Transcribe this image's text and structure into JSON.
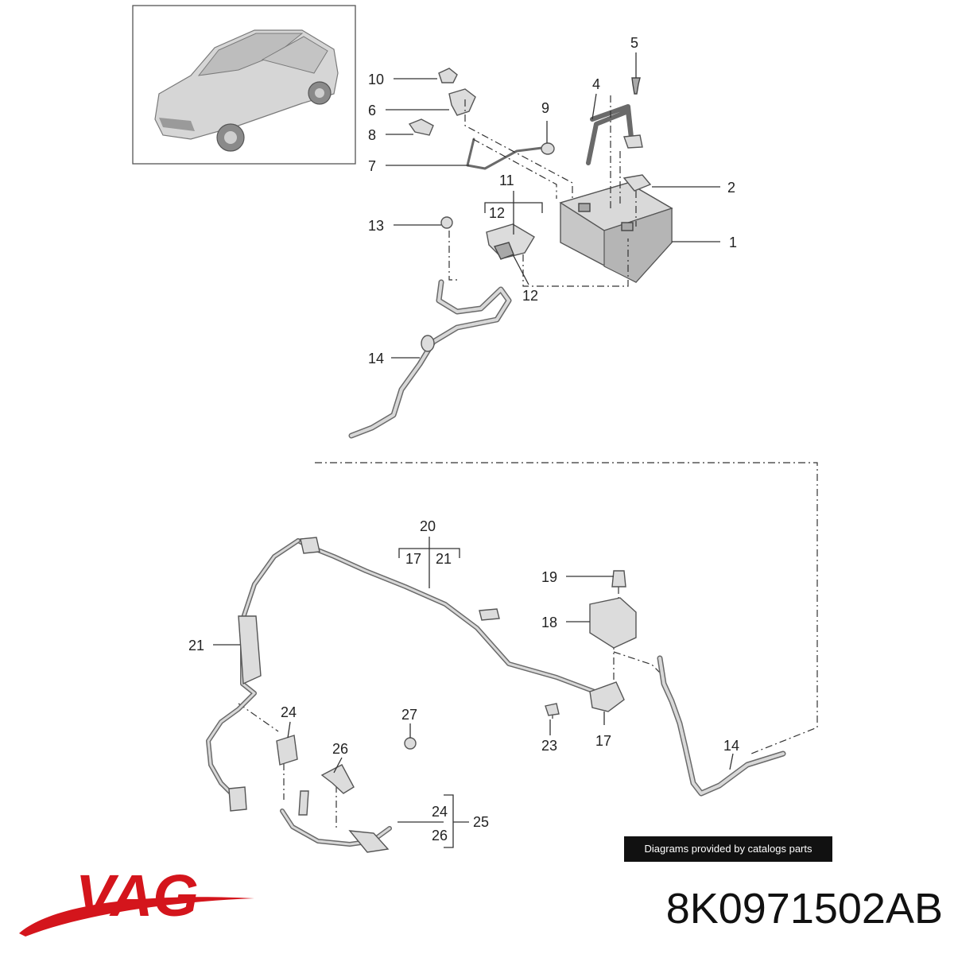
{
  "brand": {
    "logo_text": "VAG",
    "logo_color": "#d4151c"
  },
  "watermark": "Diagrams provided by catalogs parts",
  "part_number": "8K0971502AB",
  "callouts": {
    "c1": "1",
    "c2": "2",
    "c4": "4",
    "c5": "5",
    "c6": "6",
    "c7": "7",
    "c8": "8",
    "c9": "9",
    "c10": "10",
    "c11": "11",
    "c12a": "12",
    "c12b": "12",
    "c13": "13",
    "c14a": "14",
    "c14b": "14",
    "c17a": "17",
    "c17b": "17",
    "c18": "18",
    "c19": "19",
    "c20": "20",
    "c21a": "21",
    "c21b": "21",
    "c23": "23",
    "c24a": "24",
    "c24b": "24",
    "c25": "25",
    "c26a": "26",
    "c26b": "26",
    "c27": "27"
  }
}
